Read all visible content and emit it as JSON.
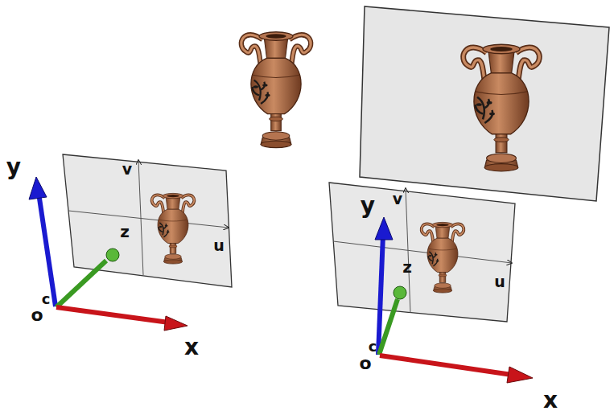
{
  "diagram": {
    "labels": [
      "y",
      "c",
      "o",
      "z",
      "v",
      "u",
      "x",
      "y",
      "c",
      "o",
      "z",
      "v",
      "u",
      "x"
    ]
  }
}
